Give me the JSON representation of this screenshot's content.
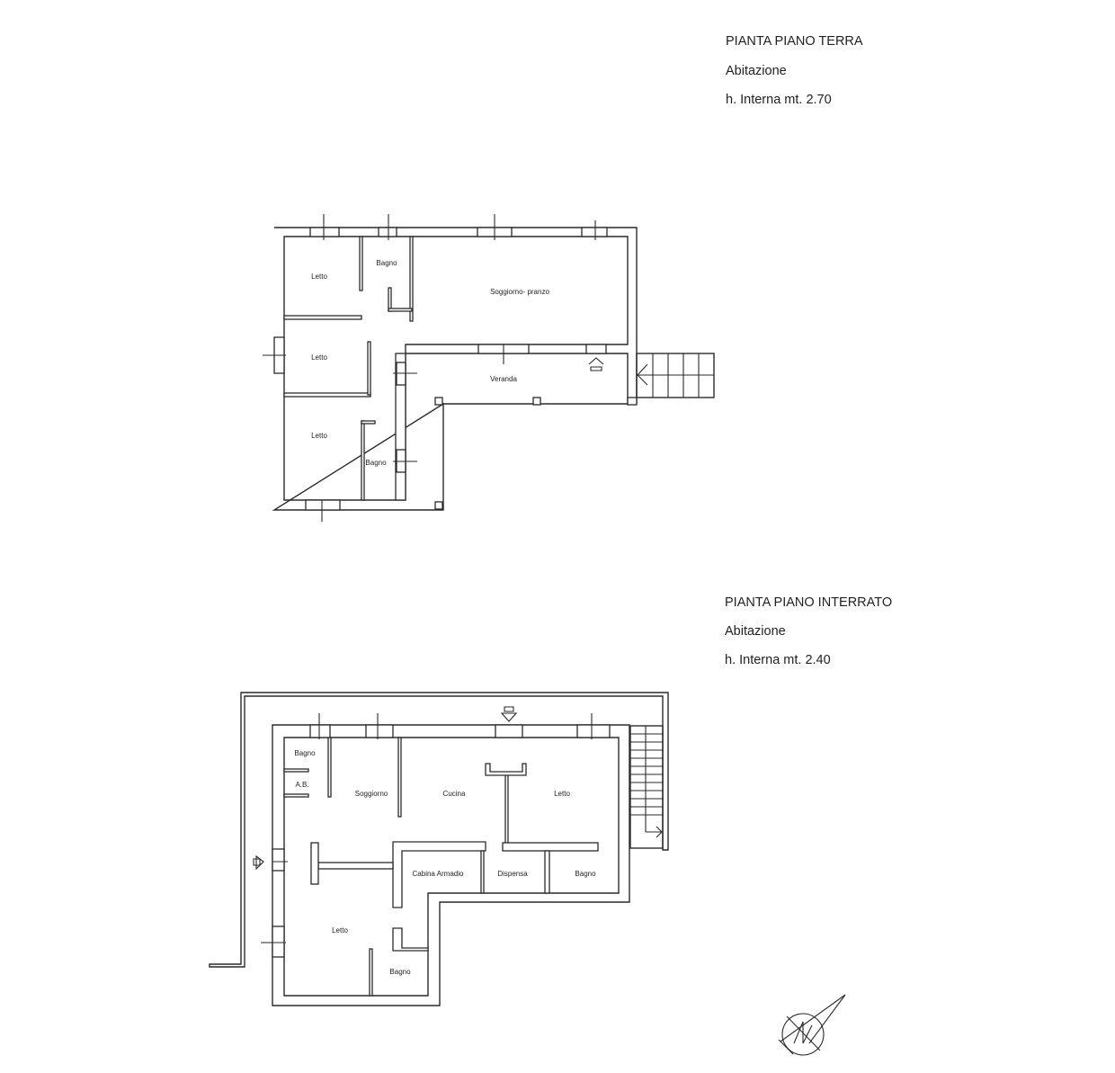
{
  "ground_floor": {
    "title": "PIANTA PIANO TERRA",
    "subtitle": "Abitazione",
    "height": "h. Interna mt. 2.70",
    "rooms": [
      "Letto",
      "Bagno",
      "Soggiorno- pranzo",
      "Letto",
      "Veranda",
      "Letto",
      "Bagno"
    ]
  },
  "basement": {
    "title": "PIANTA PIANO INTERRATO",
    "subtitle": "Abitazione",
    "height": "h. Interna mt. 2.40",
    "rooms": [
      "Bagno",
      "A.B.",
      "Soggiorno",
      "Cucina",
      "Letto",
      "Cabina Armadio",
      "Dispensa",
      "Bagno",
      "Letto",
      "Bagno"
    ]
  },
  "compass": {
    "icon": "north-arrow-icon"
  }
}
